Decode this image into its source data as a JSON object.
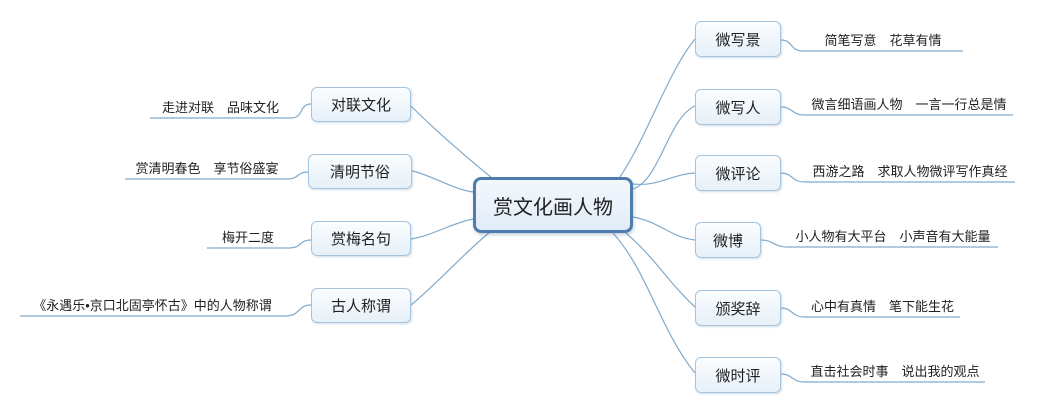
{
  "diagram_type": "mindmap",
  "colors": {
    "canvas_bg": "#ffffff",
    "central_border": "#4f7dab",
    "central_fill": "#e9f1fa",
    "branch_border": "#a6c4dd",
    "branch_fill": "#eef5fb",
    "connector": "#82aacb",
    "text": "#1f1f1f"
  },
  "central": {
    "label": "赏文化画人物"
  },
  "left_branches": [
    {
      "label": "对联文化",
      "note": "走进对联　品味文化"
    },
    {
      "label": "清明节俗",
      "note": "赏清明春色　享节俗盛宴"
    },
    {
      "label": "赏梅名句",
      "note": "梅开二度"
    },
    {
      "label": "古人称谓",
      "note": "《永遇乐•京口北固亭怀古》中的人物称谓"
    }
  ],
  "right_branches": [
    {
      "label": "微写景",
      "note": "简笔写意　花草有情"
    },
    {
      "label": "微写人",
      "note": "微言细语画人物　一言一行总是情"
    },
    {
      "label": "微评论",
      "note": "西游之路　求取人物微评写作真经"
    },
    {
      "label": "微博",
      "note": "小人物有大平台　小声音有大能量"
    },
    {
      "label": "颁奖辞",
      "note": "心中有真情　笔下能生花"
    },
    {
      "label": "微时评",
      "note": "直击社会时事　说出我的观点"
    }
  ]
}
